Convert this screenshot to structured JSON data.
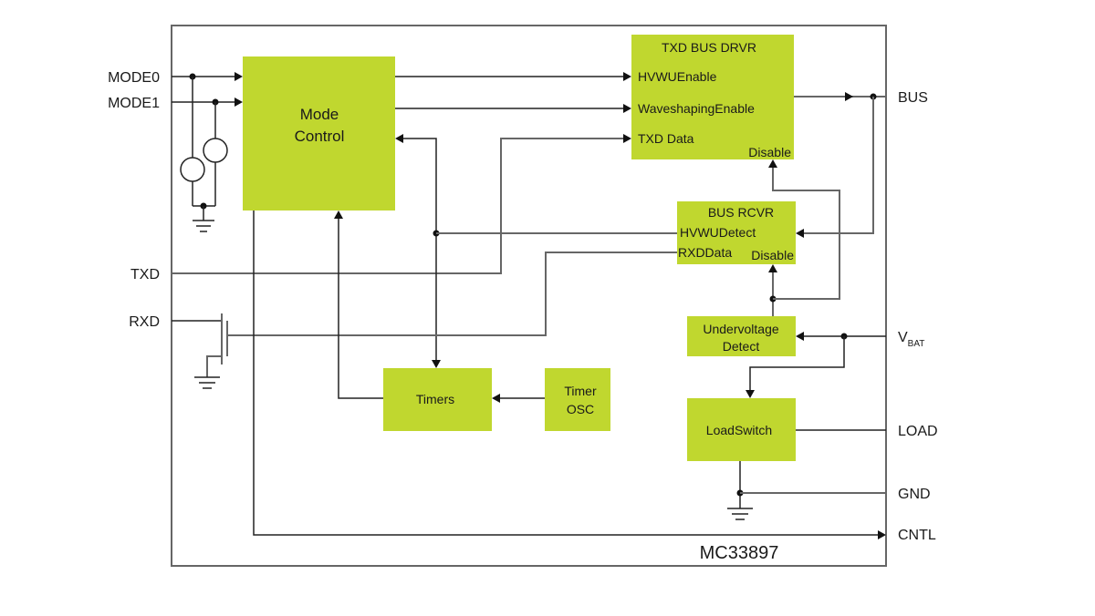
{
  "diagram": {
    "title": "MC33897",
    "colors": {
      "block_fill": "#c0d72f",
      "wire": "#666666",
      "border": "#666666"
    },
    "pins": {
      "mode0": "MODE0",
      "mode1": "MODE1",
      "txd": "TXD",
      "rxd": "RXD",
      "bus": "BUS",
      "vbat_main": "V",
      "vbat_sub": "BAT",
      "load": "LOAD",
      "gnd": "GND",
      "cntl": "CNTL"
    },
    "blocks": {
      "mode_control": {
        "line1": "Mode",
        "line2": "Control"
      },
      "txd_bus_drvr": {
        "title": "TXD BUS DRVR",
        "signals": [
          "HVWUEnable",
          "WaveshapingEnable",
          "TXD Data"
        ],
        "disable": "Disable"
      },
      "bus_rcvr": {
        "title": "BUS RCVR",
        "signals": [
          "HVWUDetect",
          "RXDData"
        ],
        "disable": "Disable"
      },
      "undervoltage": {
        "line1": "Undervoltage",
        "line2": "Detect"
      },
      "timers": {
        "label": "Timers"
      },
      "timer_osc": {
        "line1": "Timer",
        "line2": "OSC"
      },
      "load_switch": {
        "label": "LoadSwitch"
      }
    }
  }
}
